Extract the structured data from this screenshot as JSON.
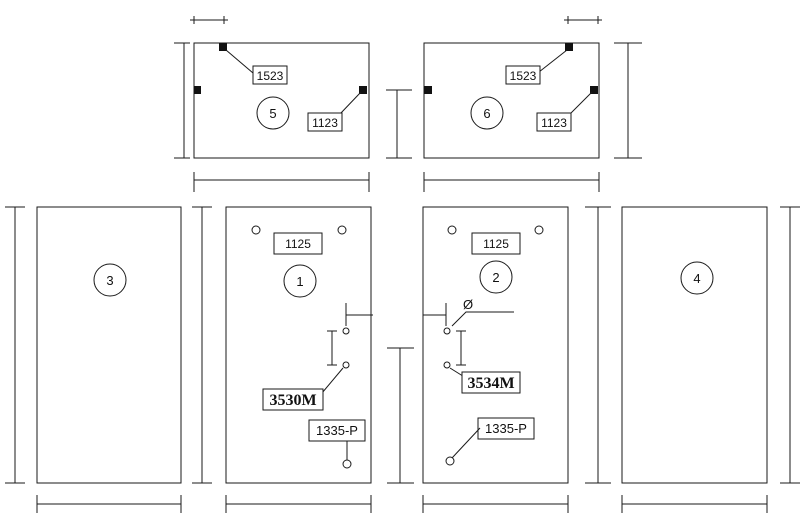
{
  "drawing": {
    "panels": [
      {
        "id": "p5",
        "number": "5"
      },
      {
        "id": "p6",
        "number": "6"
      },
      {
        "id": "p3",
        "number": "3"
      },
      {
        "id": "p1",
        "number": "1"
      },
      {
        "id": "p2",
        "number": "2"
      },
      {
        "id": "p4",
        "number": "4"
      }
    ],
    "tags": {
      "p5_top": "1523",
      "p5_right": "1123",
      "p6_top": "1523",
      "p6_right": "1123",
      "p1_top": "1125",
      "p2_top": "1125",
      "p1_lock": "3530M",
      "p2_lock": "3534M",
      "p1_bottom": "1335-P",
      "p2_bottom": "1335-P"
    },
    "diameter_symbol": "Ø"
  }
}
